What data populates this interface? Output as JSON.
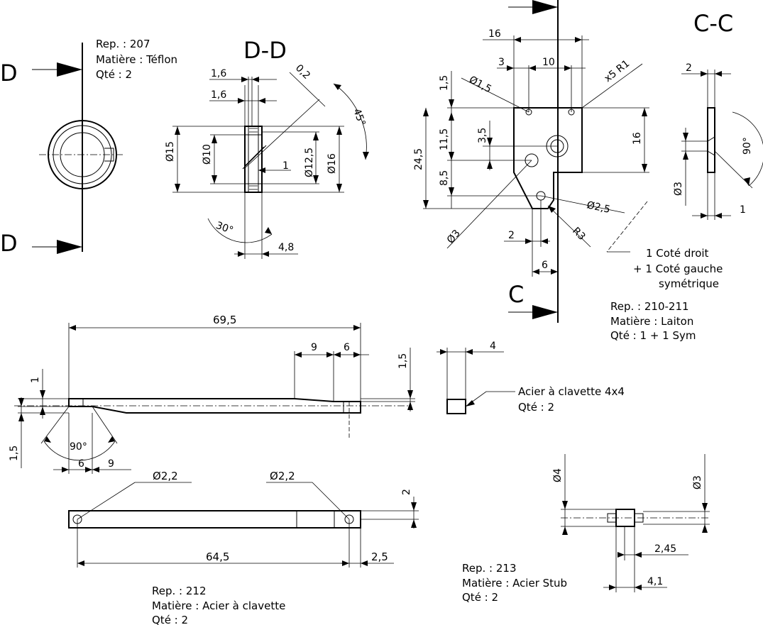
{
  "sections": {
    "dd": "D-D",
    "cc": "C-C",
    "d_top": "D",
    "d_bottom": "D",
    "c_bottom": "C"
  },
  "notes": {
    "p207": [
      "Rep. : 207",
      "Matière : Téflon",
      "Qté : 2"
    ],
    "p210": [
      "Rep. : 210-211",
      "Matière : Laiton",
      "Qté : 1 + 1 Sym"
    ],
    "side": [
      "1 Coté droit",
      "+ 1  Coté gauche",
      "symétrique"
    ],
    "p212": [
      "Rep. : 212",
      "Matière : Acier à clavette",
      "Qté : 2"
    ],
    "p213": [
      "Rep. : 213",
      "Matière : Acier Stub",
      "Qté : 2"
    ],
    "key": [
      "Acier à clavette 4x4",
      "Qté : 2"
    ]
  },
  "dims": {
    "dd_16a": "1,6",
    "dd_16b": "1,6",
    "dd_02": "0,2",
    "dd_45": "45°",
    "dd_d15": "15",
    "dd_d10": "10",
    "dd_1": "1",
    "dd_d125": "12,5",
    "dd_d16": "16",
    "dd_30": "30°",
    "dd_48": "4,8",
    "b_16": "16",
    "b_3": "3",
    "b_10": "10",
    "b_x5r1": "x5 R1",
    "b_15": "1,5",
    "b_d15": "1,5",
    "b_245": "24,5",
    "b_115": "11,5",
    "b_35": "3,5",
    "b_85": "8,5",
    "b_16v": "16",
    "b_d25": "2,5",
    "b_r3": "R3",
    "b_d3": "3",
    "b_2": "2",
    "b_6": "6",
    "cc_2": "2",
    "cc_90": "90°",
    "cc_d3": "3",
    "cc_1": "1",
    "r_695": "69,5",
    "r_9a": "9",
    "r_6a": "6",
    "r_15r": "1,5",
    "r_1": "1",
    "r_15l": "1,5",
    "r_90": "90°",
    "r_6b": "6",
    "r_9b": "9",
    "k_4": "4",
    "r2_d22a": "2,2",
    "r2_d22b": "2,2",
    "r2_2": "2",
    "r2_645": "64,5",
    "r2_25": "2,5",
    "p_d4": "4",
    "p_d3": "3",
    "p_245": "2,45",
    "p_41": "4,1"
  },
  "diameter_symbol": "Ø"
}
